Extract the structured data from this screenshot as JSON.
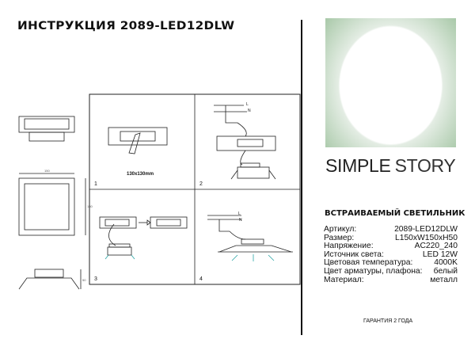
{
  "header": {
    "title": "ИНСТРУКЦИЯ 2089-LED12DLW"
  },
  "brand": {
    "part1": "SIMPLE",
    "part2": "STORY"
  },
  "product": {
    "type": "ВСТРАИВАЕМЫЙ СВЕТИЛЬНИК"
  },
  "specs": [
    {
      "label": "Артикул:",
      "value": "2089-LED12DLW"
    },
    {
      "label": "Размер:",
      "value": "L150xW150xH50"
    },
    {
      "label": "Напряжение:",
      "value": "AC220_240"
    },
    {
      "label": "Источник света:",
      "value": "LED 12W"
    },
    {
      "label": "Цветовая температура:",
      "value": "4000K"
    },
    {
      "label": "Цвет арматуры, плафона:",
      "value": "белый"
    },
    {
      "label": "Материал:",
      "value": "металл"
    }
  ],
  "warranty": "ГАРАНТИЯ 2 ГОДА",
  "diagram": {
    "cutout": "130x130mm",
    "steps": [
      "1",
      "2",
      "3",
      "4"
    ],
    "wires": {
      "live": "L",
      "neutral": "N"
    },
    "dimensions": {
      "width": "150",
      "height": "150",
      "depth": "50"
    }
  },
  "colors": {
    "photo_bg": "#a6c7a6",
    "light_ray": "#2aa6a6"
  }
}
